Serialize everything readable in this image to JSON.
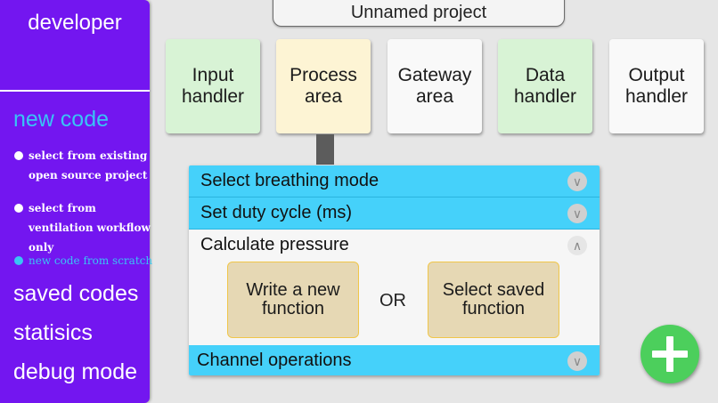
{
  "sidebar": {
    "title": "developer",
    "new_code": "new code",
    "options": [
      {
        "label": "select from existing open source project",
        "active": false
      },
      {
        "label": "select from ventilation workflow only",
        "active": false
      },
      {
        "label": "new code from scratch",
        "active": true
      }
    ],
    "saved_codes": "saved codes",
    "statistics": "statisics",
    "debug_mode": "debug mode",
    "colors": {
      "background": "#7316f0",
      "accent": "#39c4f5"
    }
  },
  "project": {
    "title": "Unnamed project"
  },
  "areas": [
    {
      "line1": "Input",
      "line2": "handler",
      "color": "#d8f3d5"
    },
    {
      "line1": "Process",
      "line2": "area",
      "color": "#fdf4d4"
    },
    {
      "line1": "Gateway",
      "line2": "area",
      "color": "#f9f9f9"
    },
    {
      "line1": "Data",
      "line2": "handler",
      "color": "#d8f3d5"
    },
    {
      "line1": "Output",
      "line2": "handler",
      "color": "#f9f9f9"
    }
  ],
  "panel": {
    "rows": [
      {
        "label": "Select breathing mode",
        "icon": "chevron-down-icon",
        "glyph": "∨"
      },
      {
        "label": "Set duty cycle (ms)",
        "icon": "chevron-down-icon",
        "glyph": "∨"
      },
      {
        "label": "Calculate pressure",
        "icon": "chevron-up-icon",
        "glyph": "∧"
      },
      {
        "label": "Channel operations",
        "icon": "chevron-down-icon",
        "glyph": "∨"
      }
    ],
    "write_new": {
      "line1": "Write a new",
      "line2": "function"
    },
    "or": "OR",
    "select_saved": {
      "line1": "Select saved",
      "line2": "function"
    },
    "colors": {
      "row": "#45d1fa",
      "button": "#e6d8b4",
      "button_border": "#f0c64a"
    }
  },
  "fab": {
    "icon": "plus-icon",
    "color": "#4ccf5c"
  }
}
